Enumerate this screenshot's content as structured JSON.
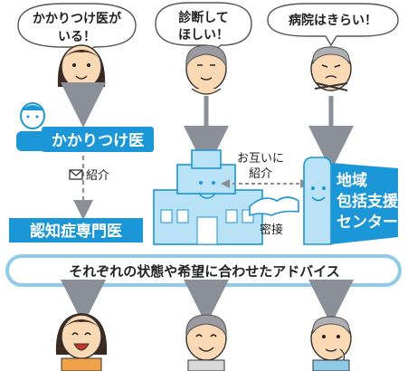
{
  "colors": {
    "blue": "#1b96d6",
    "light_blue": "#b9e2f6",
    "arrow_gray": "#8a8f98",
    "skin": "#fbd9b5",
    "band_border": "#8fcbe8",
    "outline": "#333333"
  },
  "speech_bubbles": [
    {
      "lines": [
        "かかりつけ医が",
        "いる！"
      ]
    },
    {
      "lines": [
        "診断して",
        "ほしい！"
      ]
    },
    {
      "lines": [
        "病院はきらい！"
      ]
    }
  ],
  "kakaritsuke_label": "かかりつけ医",
  "shokai_label": "紹介",
  "otagai_lines": [
    "お互いに",
    "紹介"
  ],
  "missetsu_label": "密接",
  "specialist_label": "認知症専門医",
  "center_lines": [
    "地域",
    "包括支援",
    "センター"
  ],
  "band_text": "それぞれの状態や希望に合わせたアドバイス"
}
